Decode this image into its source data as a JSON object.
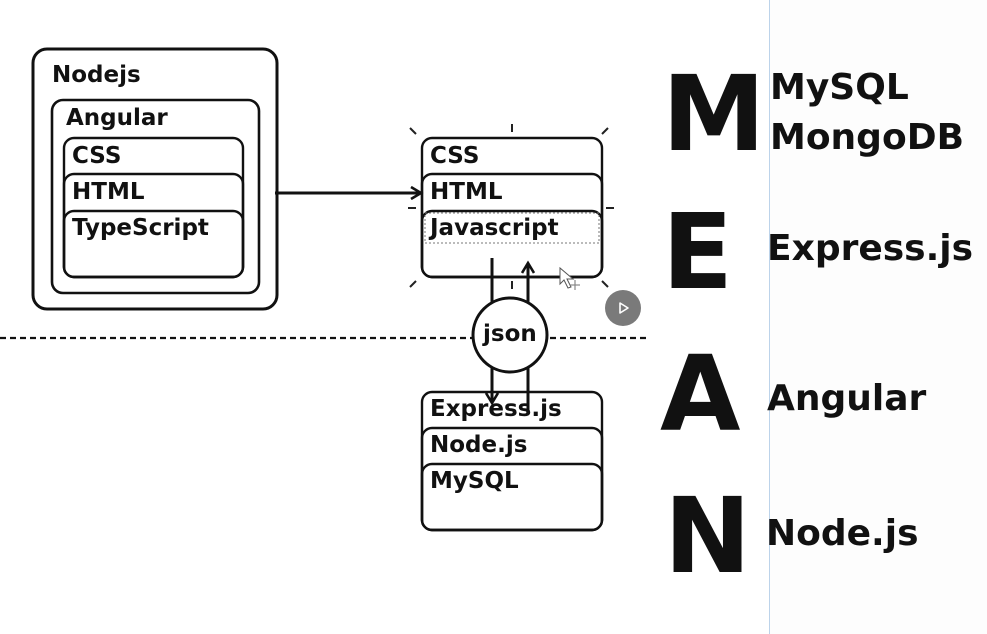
{
  "left_stack": {
    "outer": "Nodejs",
    "middle": "Angular",
    "items": [
      "CSS",
      "HTML",
      "TypeScript"
    ]
  },
  "client_stack": {
    "items": [
      "CSS",
      "HTML",
      "Javascript"
    ]
  },
  "server_stack": {
    "items": [
      "Express.js",
      "Node.js",
      "MySQL"
    ]
  },
  "connector": {
    "label": "json"
  },
  "mean": {
    "letters": [
      "M",
      "E",
      "A",
      "N"
    ],
    "labels": {
      "m_line1": "MySQL",
      "m_line2": "MongoDB",
      "e": "Express.js",
      "a": "Angular",
      "n": "Node.js"
    }
  },
  "player": {
    "icon": "play-icon"
  }
}
